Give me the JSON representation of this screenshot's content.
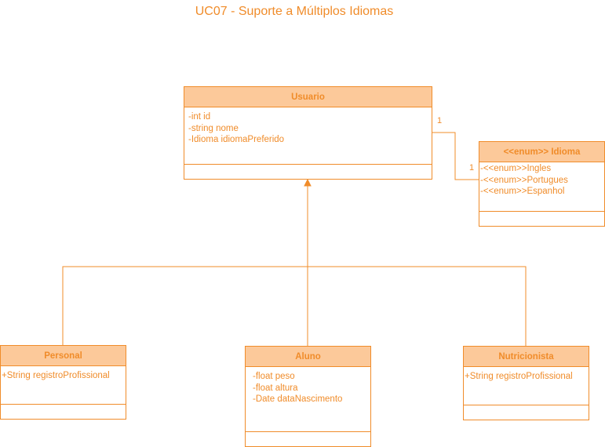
{
  "diagram": {
    "title": "UC07 - Suporte a Múltiplos Idiomas",
    "colors": {
      "stroke": "#f08c2a",
      "header_fill": "#fcc99a",
      "text": "#f08c2a"
    },
    "classes": {
      "usuario": {
        "name": "Usuario",
        "attributes": [
          "-int id",
          "-string nome",
          "-Idioma idiomaPreferido"
        ]
      },
      "idioma": {
        "name": "<<enum>> Idioma",
        "attributes": [
          "-<<enum>>Ingles",
          "-<<enum>>Portugues",
          "-<<enum>>Espanhol"
        ]
      },
      "personal": {
        "name": "Personal",
        "attributes": [
          "+String registroProfissional"
        ]
      },
      "aluno": {
        "name": "Aluno",
        "attributes": [
          "-float peso",
          "-float altura",
          "-Date dataNascimento"
        ]
      },
      "nutricionista": {
        "name": "Nutricionista",
        "attributes": [
          "+String registroProfissional"
        ]
      }
    },
    "association": {
      "from": "Usuario",
      "to": "<<enum>> Idioma",
      "multiplicity_from": "1",
      "multiplicity_to": "1"
    },
    "generalization": {
      "parent": "Usuario",
      "children": [
        "Personal",
        "Aluno",
        "Nutricionista"
      ]
    }
  }
}
